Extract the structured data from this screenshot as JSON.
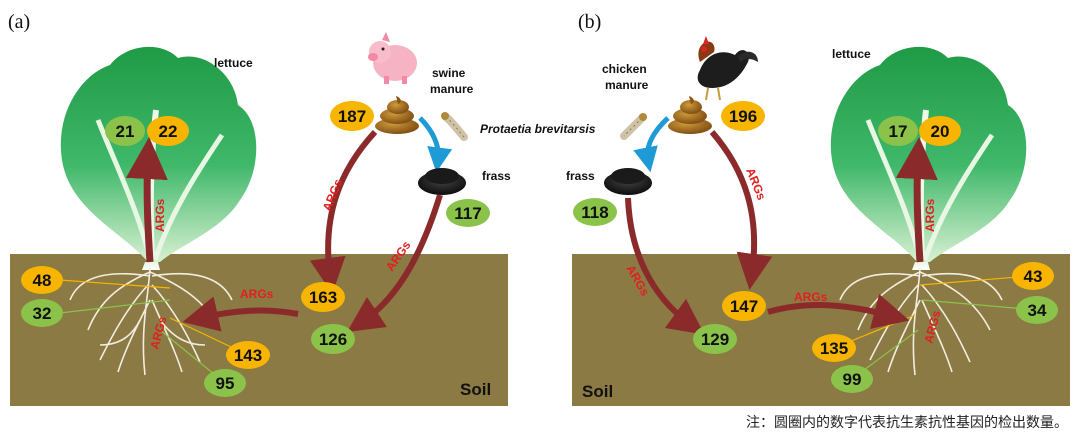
{
  "panels": {
    "a": {
      "label": "(a)",
      "plant": "lettuce",
      "manure": "swine\nmanure",
      "insect": "Protaetia brevitarsis",
      "frass": "frass",
      "soil": "Soil",
      "args": "ARGs",
      "counts": {
        "leaf_green": "21",
        "leaf_orange": "22",
        "manure": "187",
        "frass": "117",
        "soil_orange": "163",
        "soil_green": "126",
        "root_left_orange": "48",
        "root_left_green": "32",
        "root_right_orange": "143",
        "root_right_green": "95"
      }
    },
    "b": {
      "label": "(b)",
      "plant": "lettuce",
      "manure": "chicken\nmanure",
      "frass": "frass",
      "soil": "Soil",
      "args": "ARGs",
      "counts": {
        "leaf_green": "17",
        "leaf_orange": "20",
        "manure": "196",
        "frass": "118",
        "soil_orange": "147",
        "soil_green": "129",
        "root_right_orange": "43",
        "root_right_green": "34",
        "root_left_orange": "135",
        "root_left_green": "99"
      }
    }
  },
  "note": "注：圆圈内的数字代表抗生素抗性基因的检出数量。",
  "colors": {
    "soil": "#8b7a44",
    "soil_top": "#7a6a38",
    "green_ellipse": "#8bc34a",
    "orange_ellipse": "#f7b500",
    "arrow": "#8b2a2a",
    "blue_arrow": "#1e9ad6",
    "args_text": "#e02020",
    "leaf_dark": "#1e8e3e",
    "leaf_light": "#b9e3b5"
  },
  "icons": [
    "pig-icon",
    "rooster-icon",
    "manure-pile-icon",
    "larva-icon",
    "frass-pile-icon",
    "lettuce-icon",
    "roots-icon"
  ]
}
